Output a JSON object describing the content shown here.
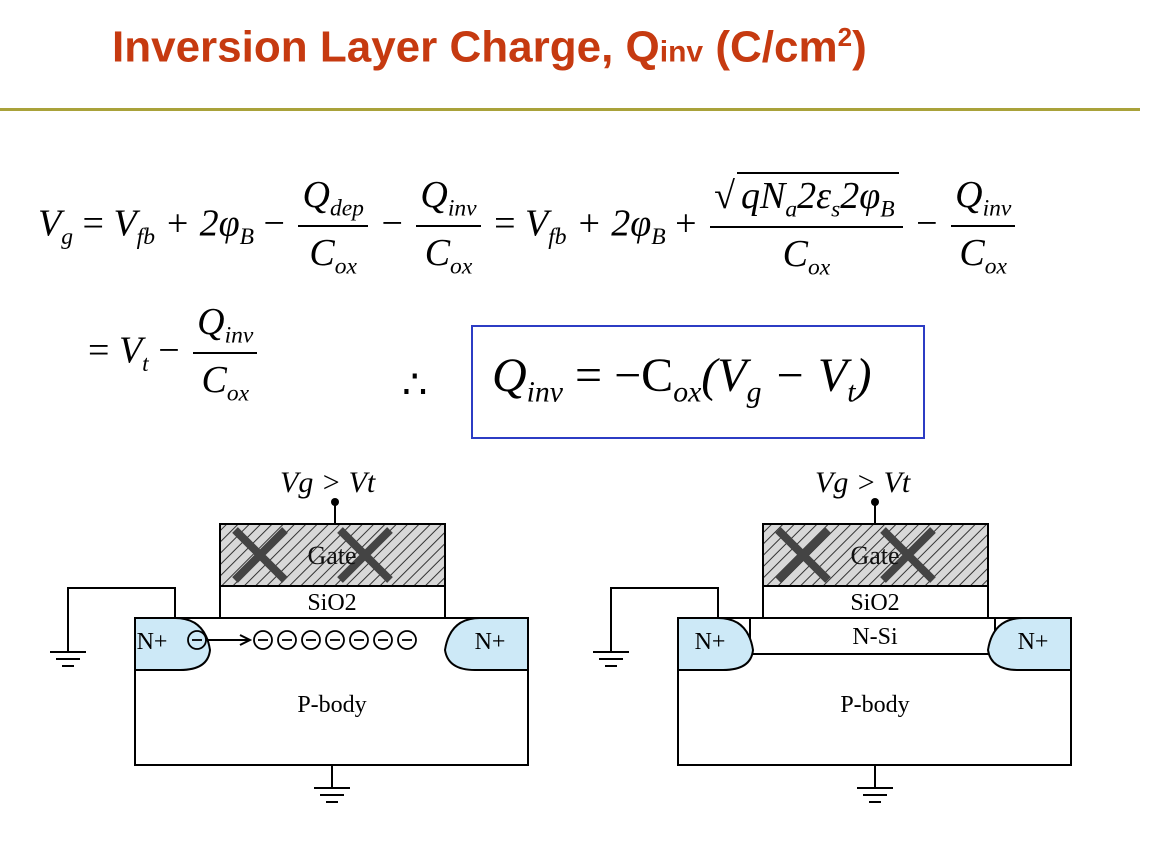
{
  "title": {
    "main": "Inversion Layer Charge, Q",
    "sub": "inv",
    "unit_open": " (C/cm",
    "unit_exp": "2",
    "unit_close": ")"
  },
  "equations": {
    "line1": {
      "Vg": "V",
      "Vg_sub": "g",
      "eq": " = ",
      "Vfb": "V",
      "Vfb_sub": "fb",
      "plus2phi": " + 2φ",
      "phiB_sub": "B",
      "minus": " − ",
      "Qdep": "Q",
      "Qdep_sub": "dep",
      "Cox": "C",
      "Cox_sub": "ox",
      "Qinv": "Q",
      "Qinv_sub": "inv",
      "sqrt_content": "qN",
      "Na_sub": "a",
      "two_eps": "2ε",
      "eps_sub": "s",
      "two_phi": "2φ",
      "phi_sub": "B",
      "plus": " + "
    },
    "line2": {
      "eq": "= ",
      "Vt": "V",
      "Vt_sub": "t",
      "minus": " − ",
      "Qinv": "Q",
      "Qinv_sub": "inv",
      "Cox": "C",
      "Cox_sub": "ox"
    },
    "therefore": "∴",
    "result": {
      "Q": "Q",
      "Q_sub": "inv",
      "eq": " = −C",
      "ox_sub": "ox",
      "paren_open": "(V",
      "g_sub": "g",
      "minus": " − V",
      "t_sub": "t",
      "paren_close": ")"
    }
  },
  "diagrams": [
    {
      "gate_bias": "Vg > Vt",
      "gate_label": "Gate",
      "oxide_label": "SiO2",
      "source_label": "N+",
      "drain_label": "N+",
      "body_label": "P-body",
      "channel_label": ""
    },
    {
      "gate_bias": "Vg > Vt",
      "gate_label": "Gate",
      "oxide_label": "SiO2",
      "source_label": "N+",
      "drain_label": "N+",
      "body_label": "P-body",
      "channel_label": "N-Si"
    }
  ],
  "colors": {
    "title": "#c63a10",
    "rule": "#a9a23a",
    "box": "#2c3cc4",
    "n_region": "#cde9f7"
  }
}
